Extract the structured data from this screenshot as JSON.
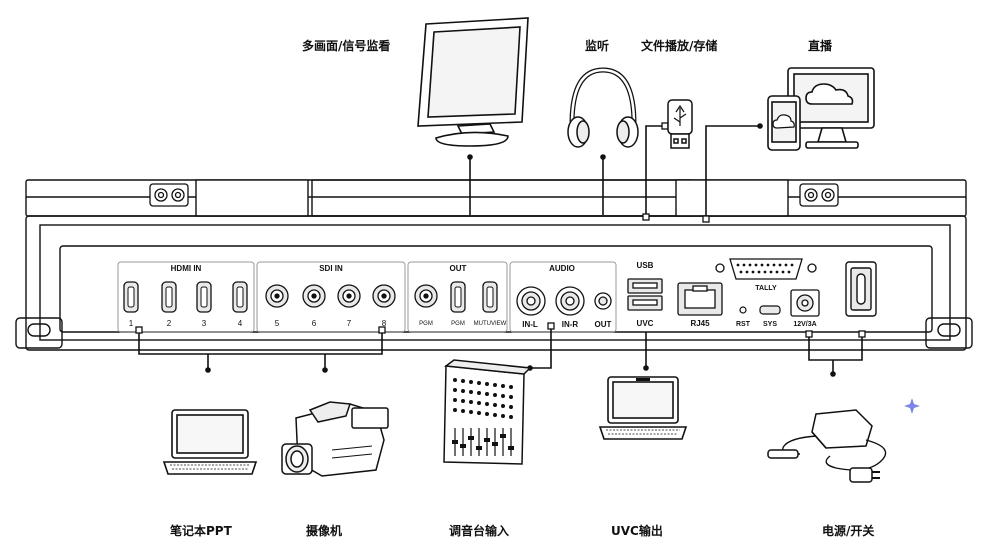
{
  "top_labels": {
    "multiview": "多画面/信号监看",
    "monitor_audio": "监听",
    "file_storage": "文件播放/存储",
    "streaming": "直播"
  },
  "bottom_labels": {
    "laptop_ppt": "笔记本PPT",
    "camera": "摄像机",
    "mixer_input": "调音台输入",
    "uvc_output": "UVC输出",
    "power_switch": "电源/开关"
  },
  "panel": {
    "hdmi_in": {
      "title": "HDMI IN",
      "ports": [
        "1",
        "2",
        "3",
        "4"
      ]
    },
    "sdi_in": {
      "title": "SDI IN",
      "ports": [
        "5",
        "6",
        "7",
        "8"
      ]
    },
    "out": {
      "title": "OUT",
      "ports": [
        "PGM",
        "PGM",
        "MUTUVIEW"
      ]
    },
    "audio": {
      "title": "AUDIO",
      "ports": [
        "IN-L",
        "IN-R",
        "OUT"
      ]
    },
    "usb": {
      "title": "USB",
      "sub": "UVC"
    },
    "rj45": "RJ45",
    "tally": "TALLY",
    "rst": "RST",
    "sys": "SYS",
    "power": "12V/3A"
  },
  "colors": {
    "outline": "#111111",
    "panel_fill": "#ffffff",
    "port_fill": "#e9e9e9",
    "sparkle": "#7a86e8"
  },
  "icons": [
    "monitor-icon",
    "headphones-icon",
    "usb-drive-icon",
    "streaming-devices-icon",
    "laptop-icon",
    "camcorder-icon",
    "audio-mixer-icon",
    "power-adapter-icon"
  ]
}
